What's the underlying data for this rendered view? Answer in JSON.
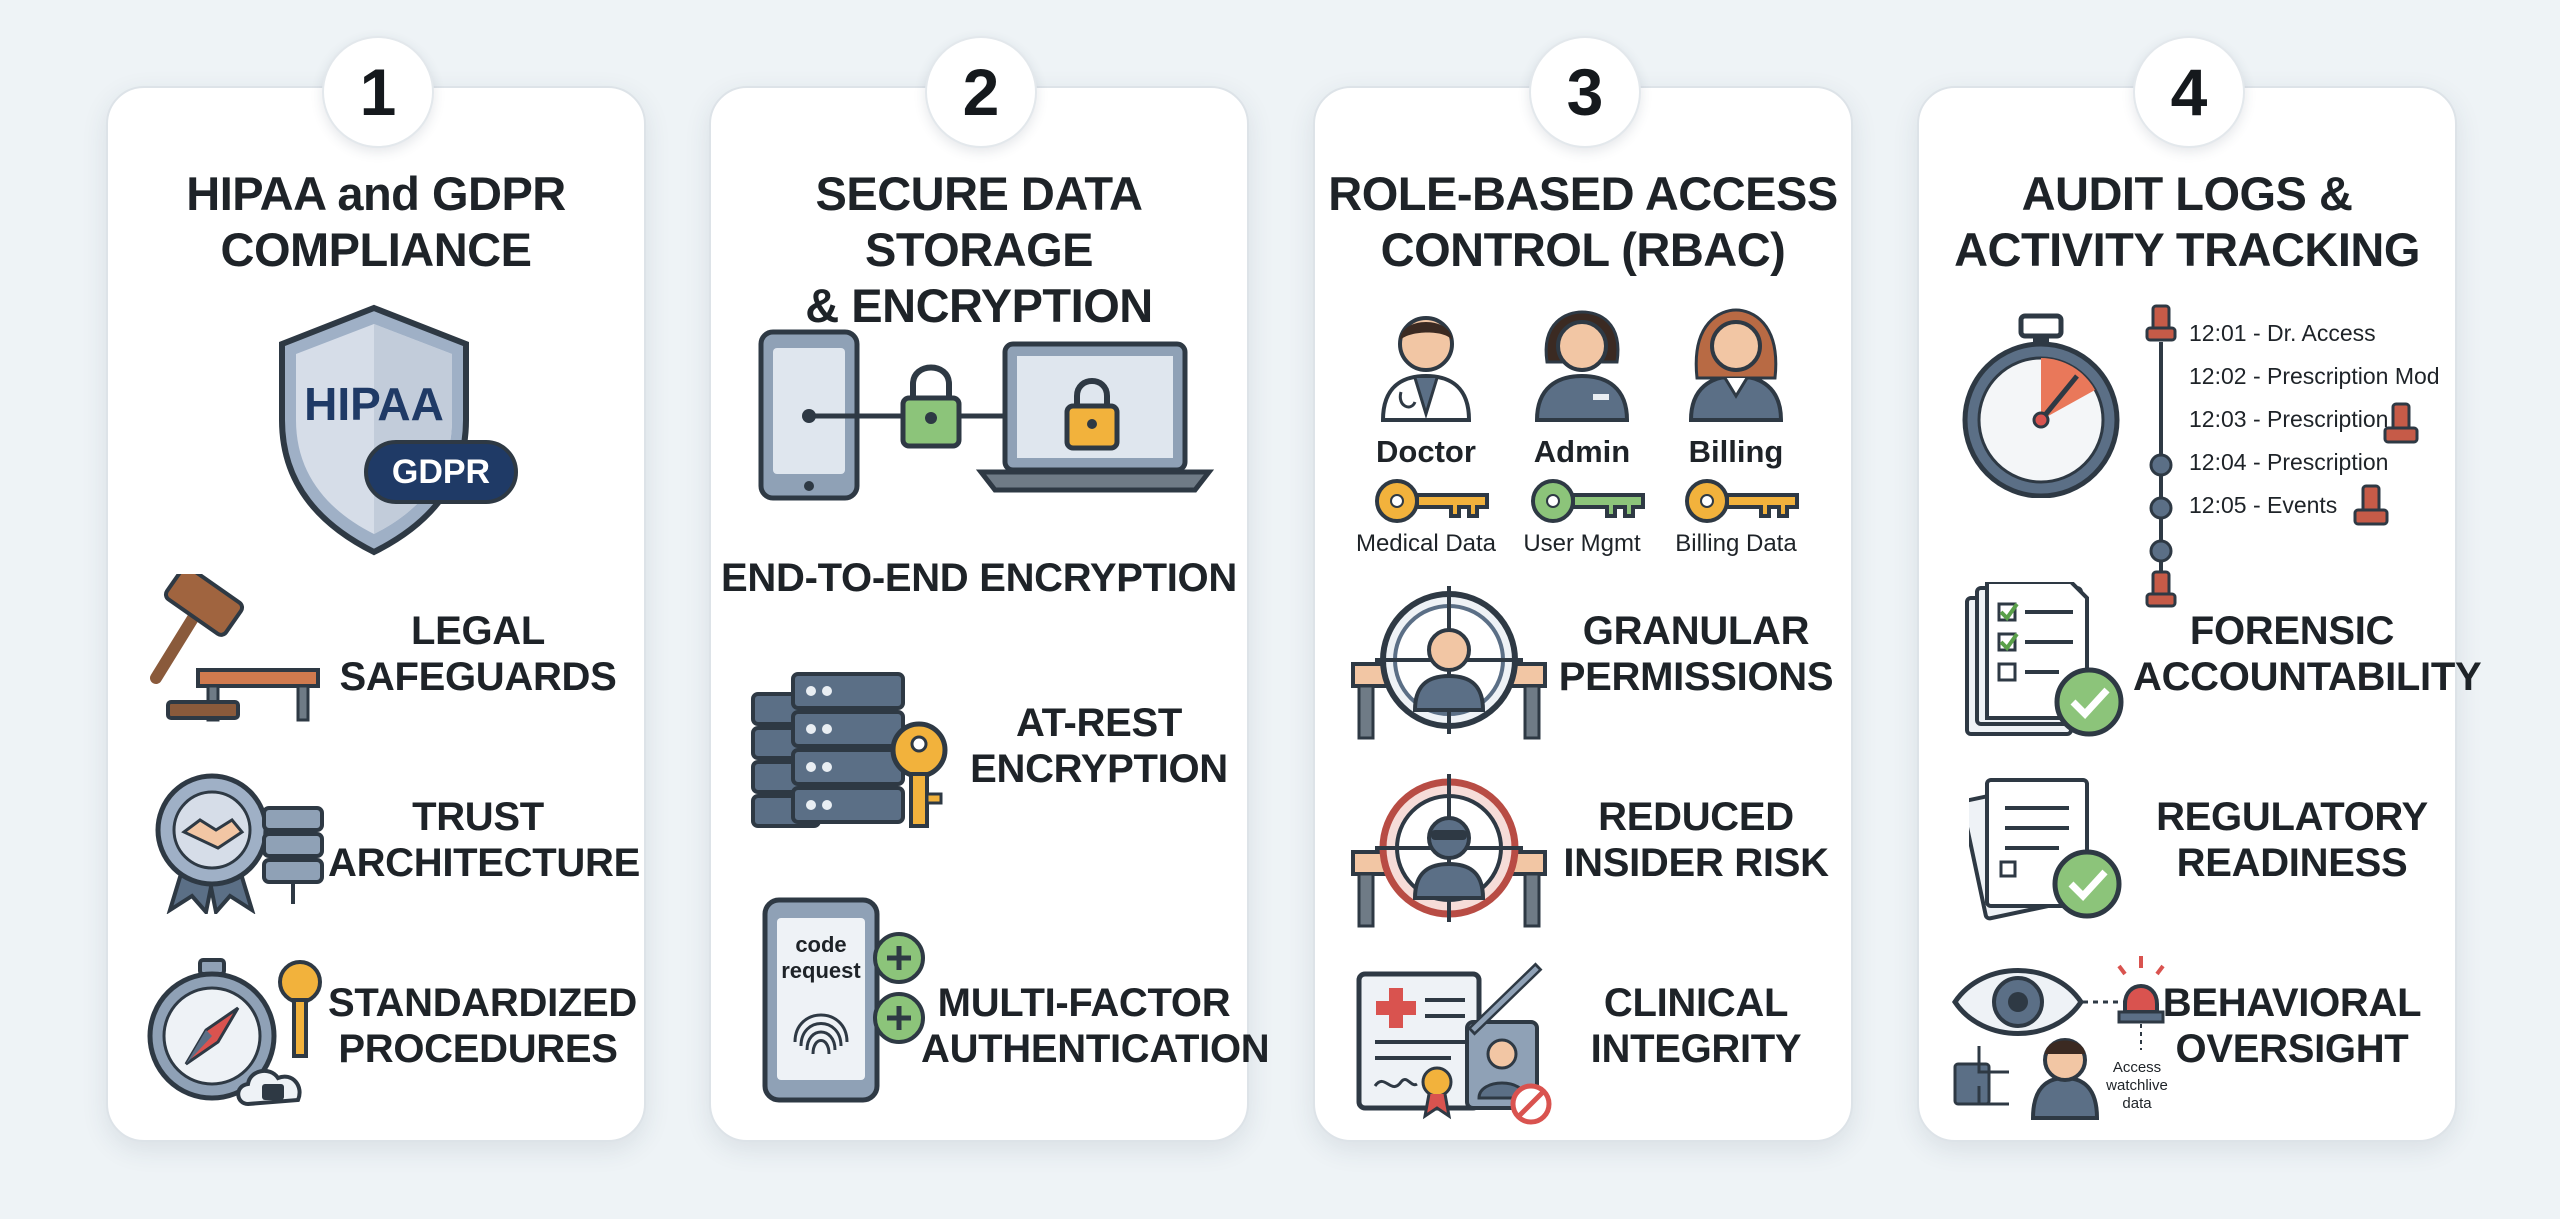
{
  "cards": [
    {
      "number": "1",
      "title_line1": "HIPAA and GDPR",
      "title_line2": "COMPLIANCE",
      "shield_text": "HIPAA",
      "shield_badge": "GDPR",
      "items": [
        {
          "line1": "LEGAL",
          "line2": "SAFEGUARDS",
          "icon": "gavel-icon"
        },
        {
          "line1": "TRUST",
          "line2": "ARCHITECTURE",
          "icon": "handshake-seal-icon"
        },
        {
          "line1": "STANDARDIZED",
          "line2": "PROCEDURES",
          "icon": "compass-key-icon"
        }
      ]
    },
    {
      "number": "2",
      "title_line1": "SECURE DATA STORAGE",
      "title_line2": "& ENCRYPTION",
      "mid_label": "END-TO-END ENCRYPTION",
      "items": [
        {
          "line1": "AT-REST",
          "line2": "ENCRYPTION",
          "icon": "server-key-icon"
        },
        {
          "line1": "MULTI-FACTOR",
          "line2": "AUTHENTICATION",
          "icon": "phone-fingerprint-icon",
          "phone_line1": "code",
          "phone_line2": "request"
        }
      ]
    },
    {
      "number": "3",
      "title_line1": "ROLE-BASED ACCESS",
      "title_line2": "CONTROL (RBAC)",
      "roles": [
        {
          "name": "Doctor",
          "perm": "Medical Data"
        },
        {
          "name": "Admin",
          "perm": "User Mgmt"
        },
        {
          "name": "Billing",
          "perm": "Billing Data"
        }
      ],
      "items": [
        {
          "line1": "GRANULAR",
          "line2": "PERMISSIONS",
          "icon": "target-user-icon"
        },
        {
          "line1": "REDUCED",
          "line2": "INSIDER RISK",
          "icon": "target-insider-icon"
        },
        {
          "line1": "CLINICAL",
          "line2": "INTEGRITY",
          "icon": "medical-record-icon"
        }
      ]
    },
    {
      "number": "4",
      "title_line1": "AUDIT LOGS &",
      "title_line2": "ACTIVITY TRACKING",
      "log_entries": [
        "12:01 - Dr. Access",
        "12:02 - Prescription Mod",
        "12:03 - Prescription",
        "12:04 - Prescription",
        "12:05 - Events"
      ],
      "items": [
        {
          "line1": "FORENSIC",
          "line2": "ACCOUNTABILITY",
          "icon": "checklist-icon"
        },
        {
          "line1": "REGULATORY",
          "line2": "READINESS",
          "icon": "documents-check-icon"
        },
        {
          "line1": "BEHAVIORAL",
          "line2": "OVERSIGHT",
          "icon": "eye-monitor-icon",
          "note_line1": "Access",
          "note_line2": "watchlive",
          "note_line3": "data"
        }
      ]
    }
  ],
  "colors": {
    "background": "#eef3f6",
    "card": "#ffffff",
    "navy": "#1f3a66",
    "slate": "#5b6f86",
    "outline": "#2e3944",
    "green": "#8cc47a",
    "gold": "#f2b23c",
    "red": "#d9534f",
    "brown": "#8a5a3b"
  }
}
